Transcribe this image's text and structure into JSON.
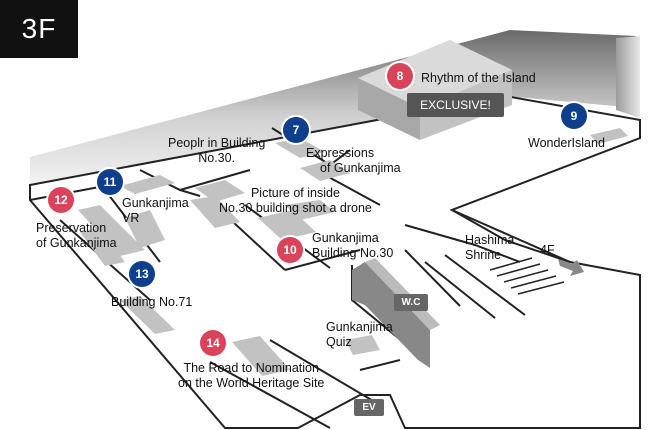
{
  "floor": "3F",
  "upstairs": "4F",
  "exclusive_badge": "EXCLUSIVE!",
  "spots": [
    {
      "num": "7",
      "color": "blue",
      "name_lines": [
        "Peoplr in Building",
        "No.30."
      ]
    },
    {
      "num": "8",
      "color": "red",
      "name_lines": [
        "Rhythm of the Island"
      ]
    },
    {
      "num": "9",
      "color": "blue",
      "name_lines": [
        "WonderIsland"
      ]
    },
    {
      "num": "10",
      "color": "red",
      "name_lines": [
        "Gunkanjima",
        "Building No.30"
      ]
    },
    {
      "num": "11",
      "color": "blue",
      "name_lines": [
        "Gunkanjima",
        "VR"
      ]
    },
    {
      "num": "12",
      "color": "red",
      "name_lines": [
        "Preservation",
        "of Gunkanjima"
      ]
    },
    {
      "num": "13",
      "color": "blue",
      "name_lines": [
        "Building No.71"
      ]
    },
    {
      "num": "14",
      "color": "red",
      "name_lines": [
        "The Road to Nomination",
        "on the World Heritage Site"
      ]
    }
  ],
  "other_labels": {
    "expressions": [
      "Expressions",
      "of Gunkanjima"
    ],
    "drone": [
      "Picture of inside",
      "No.30 building shot a drone"
    ],
    "shrine": [
      "Hashima",
      "Shrine"
    ],
    "quiz": [
      "Gunkanjima",
      "Quiz"
    ]
  },
  "facilities": {
    "wc": "W.C",
    "ev": "EV"
  },
  "colors": {
    "red_marker": "#d9445a",
    "blue_marker": "#0e3f8c"
  }
}
